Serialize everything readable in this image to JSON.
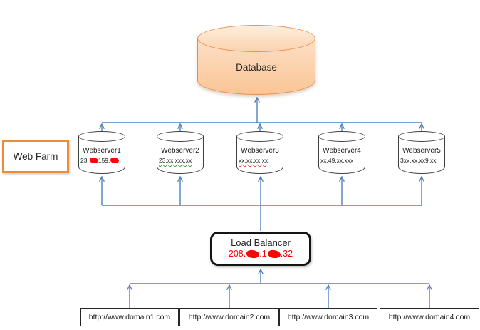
{
  "diagram": {
    "database": {
      "label": "Database"
    },
    "web_farm": {
      "label": "Web Farm"
    },
    "webservers": [
      {
        "name": "Webserver1",
        "ip_tokens": [
          "23.",
          "[redacted]",
          "159.",
          "[redacted]"
        ]
      },
      {
        "name": "Webserver2",
        "ip": "23.xx.xxx.xx",
        "spellcheck_underline": "green"
      },
      {
        "name": "Webserver3",
        "ip": "xx.xx.xx.xx",
        "spellcheck_underline": "red"
      },
      {
        "name": "Webserver4",
        "ip": "xx.49.xx.xxx"
      },
      {
        "name": "Webserver5",
        "ip": "3xx.xx.xx9.xx"
      }
    ],
    "load_balancer": {
      "label": "Load Balancer",
      "ip_tokens": [
        "208.",
        "[redacted]",
        ".1",
        "[redacted]",
        ".32"
      ],
      "ip_color": "#ff0000"
    },
    "domains": [
      {
        "label": "http://www.domain1.com"
      },
      {
        "label": "http://www.domain2.com"
      },
      {
        "label": "http://www.domain3.com"
      },
      {
        "label": "http://www.domain4.com"
      }
    ],
    "colors": {
      "arrow": "#4f81bd",
      "database_border": "#e78f4d",
      "database_fill": "#fbd3ae",
      "web_farm_border": "#ed8b37",
      "redaction": "#fb0607"
    }
  }
}
